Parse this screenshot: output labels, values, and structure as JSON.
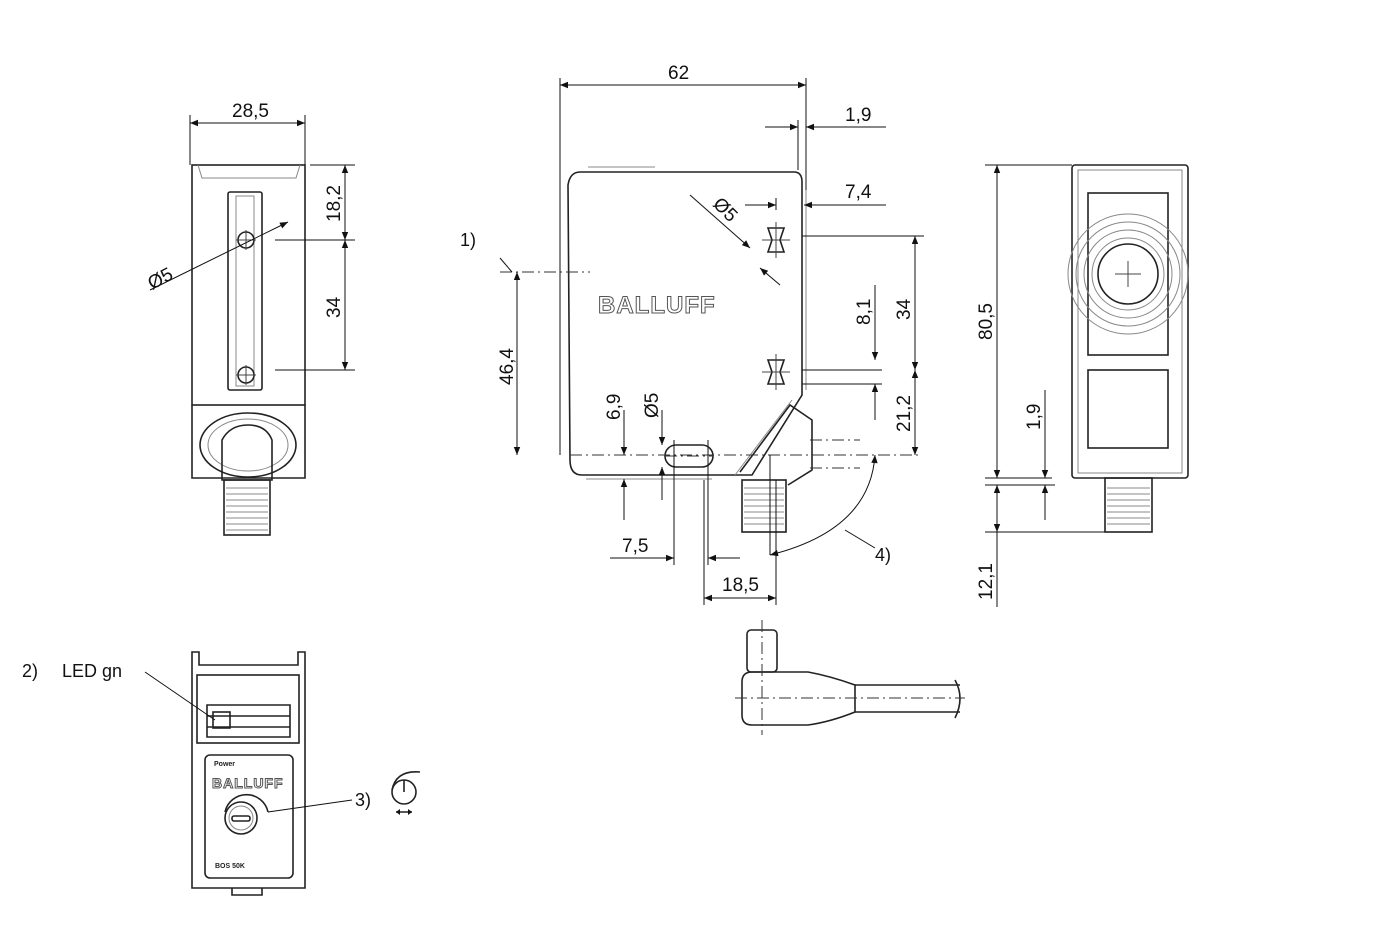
{
  "drawing": {
    "brand_logo": "BALLUFF",
    "side_view": {
      "width_dim": "28,5",
      "top_dim": "18,2",
      "hole_spacing_dim": "34",
      "hole_dia_dim": "Ø5"
    },
    "main_view": {
      "length_dim": "62",
      "offset_dim": "1,9",
      "hole_offset_dim": "7,4",
      "hole_dia_dim": "Ø5",
      "note_1": "1)",
      "axis_height_dim": "46,4",
      "slot_dim": "8,1",
      "hole_spacing_dim": "34",
      "lower_dim": "21,2",
      "bottom_offset_dim": "6,9",
      "bottom_hole_dia_dim": "Ø5",
      "slot_width_dim": "7,5",
      "connector_offset_dim": "18,5",
      "note_4": "4)"
    },
    "front_view": {
      "height_dim": "80,5",
      "gap_dim": "1,9",
      "connector_dim": "12,1"
    },
    "rear_view": {
      "note_2": "2)",
      "led_label": "LED gn",
      "note_3": "3)",
      "power_label": "Power",
      "model_label": "BOS 50K"
    }
  }
}
